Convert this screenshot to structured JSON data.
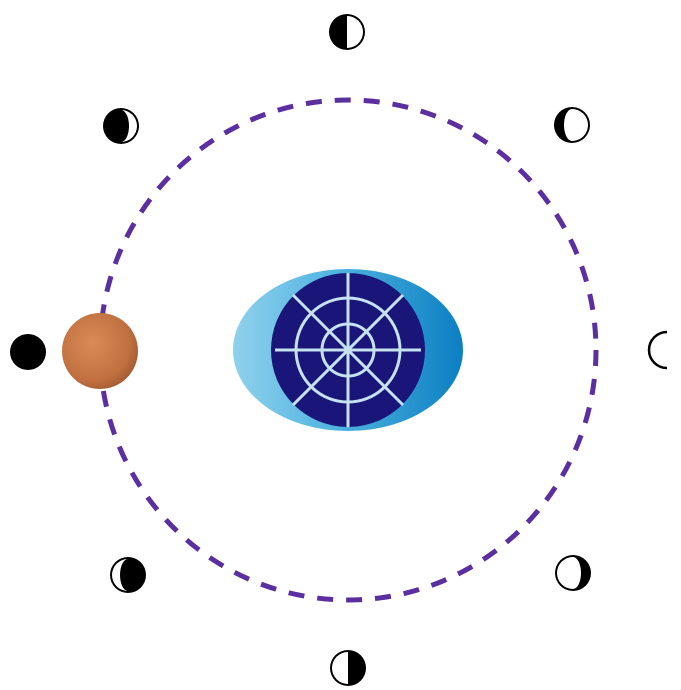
{
  "diagram": {
    "orbit": {
      "color": "#5b2fa0",
      "style": "dashed"
    },
    "planet": {
      "icon": "earth-polar-grid",
      "ocean_light": "#5bbbe3",
      "ocean_dark": "#0f86c8",
      "pole_disc": "#1a1578",
      "grid_lines": "#c6e2f0"
    },
    "satellite": {
      "icon": "moon-sphere",
      "color": "#c97a48",
      "shade": "#8e4a26"
    },
    "phases": [
      {
        "name": "new-moon-icon",
        "lit_side": "none",
        "lit_fraction": 0.0
      },
      {
        "name": "waxing-crescent-icon",
        "lit_side": "left",
        "lit_fraction": 0.25
      },
      {
        "name": "first-quarter-icon",
        "lit_side": "left",
        "lit_fraction": 0.5
      },
      {
        "name": "waxing-gibbous-icon",
        "lit_side": "left",
        "lit_fraction": 0.75
      },
      {
        "name": "full-moon-icon",
        "lit_side": "full",
        "lit_fraction": 1.0
      },
      {
        "name": "waning-gibbous-icon",
        "lit_side": "right",
        "lit_fraction": 0.75
      },
      {
        "name": "third-quarter-icon",
        "lit_side": "right",
        "lit_fraction": 0.5
      },
      {
        "name": "waning-crescent-icon",
        "lit_side": "right",
        "lit_fraction": 0.25
      }
    ]
  }
}
